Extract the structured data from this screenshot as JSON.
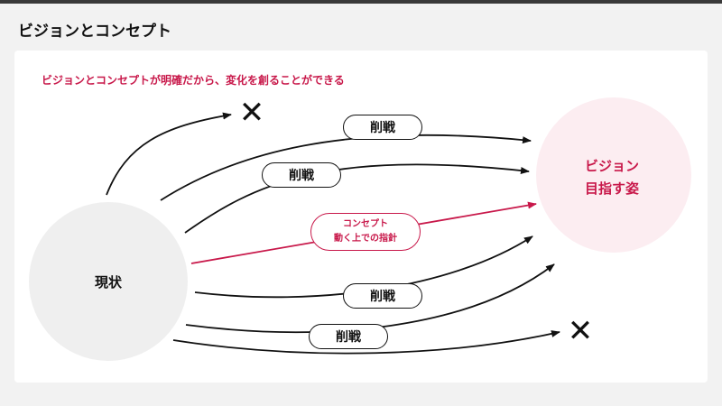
{
  "page": {
    "title": "ビジョンとコンセプト",
    "subtitle": "ビジョンとコンセプトが明確だから、変化を創ることができる"
  },
  "nodes": {
    "current": "現状",
    "vision_line1": "ビジョン",
    "vision_line2": "目指す姿"
  },
  "concept": {
    "line1": "コンセプト",
    "line2": "動く上での指針"
  },
  "cuts": [
    "削戦",
    "削戦",
    "削戦",
    "削戦"
  ],
  "marks": {
    "rejected_icon": "x-mark-icon"
  },
  "colors": {
    "accent": "#c8184a",
    "vision_fill": "#fcedf1",
    "current_fill": "#efefef"
  }
}
